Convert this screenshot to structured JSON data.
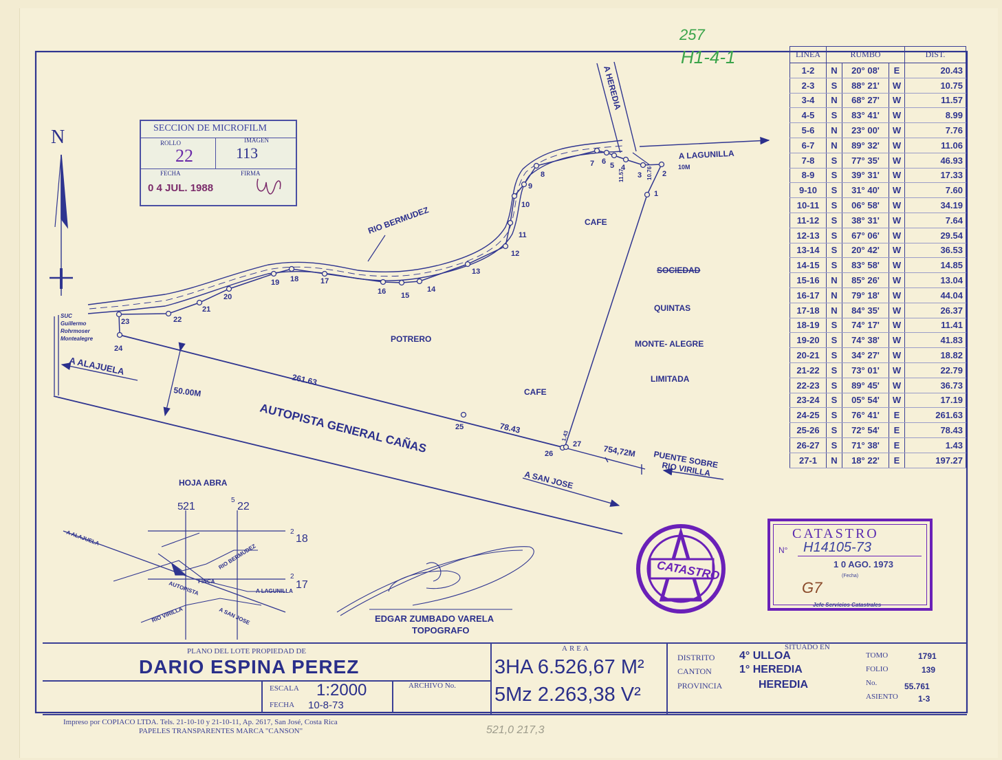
{
  "notes": {
    "handwritten_number": "257",
    "handwritten_code": "H1-4-1",
    "bottom_numbers": "521,0   217,3"
  },
  "microfilm": {
    "title": "SECCION DE MICROFILM",
    "rollo_label": "ROLLO",
    "rollo_value": "22",
    "imagen_label": "IMAGEN",
    "imagen_value": "113",
    "fecha_label": "FECHA",
    "firma_label": "FIRMA",
    "fecha_value": "0 4 JUL. 1988"
  },
  "map": {
    "north": "N",
    "river_label": "RIO BERMUDEZ",
    "to_heredia": "A HEREDIA",
    "to_lagunilla": "A LAGUNILLA",
    "to_alajuela": "A ALAJUELA",
    "to_san_jose": "A SAN JOSE",
    "highway": "AUTOPISTA GENERAL CAÑAS",
    "bridge_1": "PUENTE SOBRE",
    "bridge_2": "RIO VIRILLA",
    "road_width": "50.00M",
    "dist_261": "261.63",
    "dist_78": "78.43",
    "dist_754": "754,72M",
    "dist_10m": "10M",
    "dist_1157": "11.57",
    "dist_1076": "10.76",
    "dist_143": "1.43",
    "neighbor": [
      "SUC",
      "Guillermo",
      "Rohrmoser",
      "Montealegre"
    ],
    "land_cafe_1": "CAFE",
    "land_cafe_2": "CAFE",
    "land_potrero": "POTRERO",
    "sociedad": "SOCIEDAD",
    "owner_1": "QUINTAS",
    "owner_2": "MONTE- ALEGRE",
    "owner_3": "LIMITADA",
    "points": [
      "1",
      "2",
      "3",
      "4",
      "5",
      "6",
      "7",
      "8",
      "9",
      "10",
      "11",
      "12",
      "13",
      "14",
      "15",
      "16",
      "17",
      "18",
      "19",
      "20",
      "21",
      "22",
      "23",
      "24",
      "25",
      "26",
      "27"
    ]
  },
  "inset": {
    "title": "HOJA ABRA",
    "grid_21": "21",
    "grid_22": "22",
    "grid_18": "18",
    "grid_17": "17",
    "sup_5a": "5",
    "sup_5b": "5",
    "sup_2a": "2",
    "sup_2b": "2",
    "alajuela": "A ALAJUELA",
    "bermudez": "RIO BERMUDEZ",
    "finca": "FINCA",
    "autopista": "AUTOPISTA",
    "lagunilla": "A LAGUNILLA",
    "virilla": "RIO VIRILLA",
    "sanjose": "A SAN JOSE"
  },
  "surveyor": {
    "name": "EDGAR ZUMBADO VARELA",
    "title": "TOPOGRAFO"
  },
  "catastro_seal": {
    "text": "CATASTRO"
  },
  "catastro": {
    "title": "CATASTRO",
    "no_label": "N°",
    "no_value": "H14105-73",
    "date": "1 0 AGO. 1973",
    "fecha_label": "(Fecha)",
    "signature": "G7",
    "footer": "Jefe Servicios Catastrales"
  },
  "table": {
    "headers": [
      "LINEA",
      "RUMBO",
      "DIST."
    ],
    "rows": [
      [
        "1-2",
        "N",
        "20° 08'",
        "E",
        "20.43"
      ],
      [
        "2-3",
        "S",
        "88° 21'",
        "W",
        "10.75"
      ],
      [
        "3-4",
        "N",
        "68° 27'",
        "W",
        "11.57"
      ],
      [
        "4-5",
        "S",
        "83° 41'",
        "W",
        "8.99"
      ],
      [
        "5-6",
        "N",
        "23° 00'",
        "W",
        "7.76"
      ],
      [
        "6-7",
        "N",
        "89° 32'",
        "W",
        "11.06"
      ],
      [
        "7-8",
        "S",
        "77° 35'",
        "W",
        "46.93"
      ],
      [
        "8-9",
        "S",
        "39° 31'",
        "W",
        "17.33"
      ],
      [
        "9-10",
        "S",
        "31° 40'",
        "W",
        "7.60"
      ],
      [
        "10-11",
        "S",
        "06° 58'",
        "W",
        "34.19"
      ],
      [
        "11-12",
        "S",
        "38° 31'",
        "W",
        "7.64"
      ],
      [
        "12-13",
        "S",
        "67° 06'",
        "W",
        "29.54"
      ],
      [
        "13-14",
        "S",
        "20° 42'",
        "W",
        "36.53"
      ],
      [
        "14-15",
        "S",
        "83° 58'",
        "W",
        "14.85"
      ],
      [
        "15-16",
        "N",
        "85° 26'",
        "W",
        "13.04"
      ],
      [
        "16-17",
        "N",
        "79° 18'",
        "W",
        "44.04"
      ],
      [
        "17-18",
        "N",
        "84° 35'",
        "W",
        "26.37"
      ],
      [
        "18-19",
        "S",
        "74° 17'",
        "W",
        "11.41"
      ],
      [
        "19-20",
        "S",
        "74° 38'",
        "W",
        "41.83"
      ],
      [
        "20-21",
        "S",
        "34° 27'",
        "W",
        "18.82"
      ],
      [
        "21-22",
        "S",
        "73° 01'",
        "W",
        "22.79"
      ],
      [
        "22-23",
        "S",
        "89° 45'",
        "W",
        "36.73"
      ],
      [
        "23-24",
        "S",
        "05° 54'",
        "W",
        "17.19"
      ],
      [
        "24-25",
        "S",
        "76° 41'",
        "E",
        "261.63"
      ],
      [
        "25-26",
        "S",
        "72° 54'",
        "E",
        "78.43"
      ],
      [
        "26-27",
        "S",
        "71° 38'",
        "E",
        "1.43"
      ],
      [
        "27-1",
        "N",
        "18° 22'",
        "E",
        "197.27"
      ]
    ]
  },
  "title_block": {
    "plano_label": "PLANO DEL LOTE PROPIEDAD DE",
    "owner": "DARIO ESPINA PEREZ",
    "escala_label": "ESCALA",
    "escala_value": "1:2000",
    "fecha_label": "FECHA",
    "fecha_value": "10-8-73",
    "archivo_label": "ARCHIVO No.",
    "area_label": "AREA",
    "area_ha": "3HA 6.526,67 M²",
    "area_vr": "5Mz 2.263,38 V²",
    "situado_label": "SITUADO EN",
    "distrito_label": "DISTRITO",
    "distrito_value": "4° ULLOA",
    "canton_label": "CANTON",
    "canton_value": "1° HEREDIA",
    "provincia_label": "PROVINCIA",
    "provincia_value": "HEREDIA",
    "tomo_label": "TOMO",
    "tomo_value": "1791",
    "folio_label": "FOLIO",
    "folio_value": "139",
    "no_label": "No.",
    "no_value": "55.761",
    "asiento_label": "ASIENTO",
    "asiento_value": "1-3"
  },
  "footer": {
    "printer": "Impreso por COPIACO LTDA. Tels. 21-10-10 y 21-10-11, Ap. 2617, San José, Costa Rica",
    "paper": "PAPELES TRANSPARENTES MARCA \"CANSON\""
  }
}
